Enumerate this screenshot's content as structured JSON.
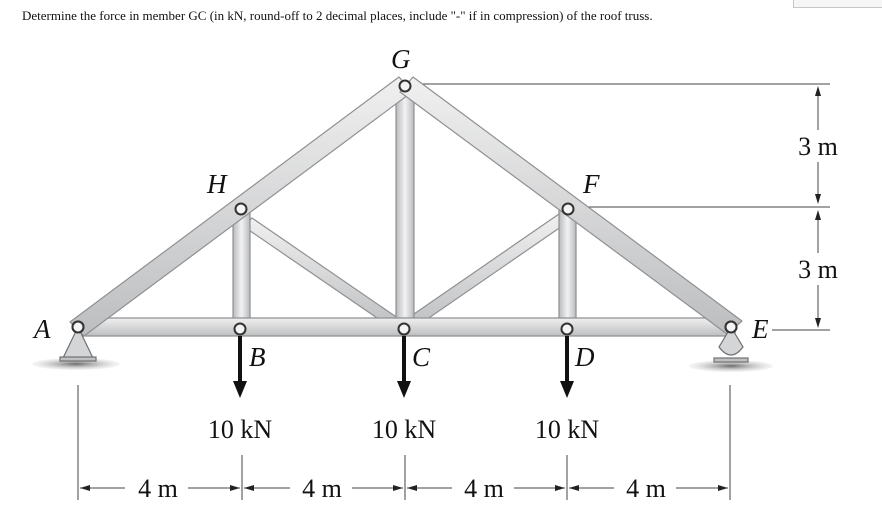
{
  "question": "Determine the force in member GC (in kN, round-off to 2 decimal places, include \"-\" if in compression) of the roof truss.",
  "joints": {
    "A": "A",
    "B": "B",
    "C": "C",
    "D": "D",
    "E": "E",
    "F": "F",
    "G": "G",
    "H": "H"
  },
  "loads": [
    "10 kN",
    "10 kN",
    "10 kN"
  ],
  "horizontal_spans": [
    "4 m",
    "4 m",
    "4 m",
    "4 m"
  ],
  "vertical_spans": [
    "3 m",
    "3 m"
  ],
  "colors": {
    "member_fill": "#d9dadb",
    "member_edge": "#8e9093",
    "text": "#111111",
    "background": "#ffffff"
  }
}
